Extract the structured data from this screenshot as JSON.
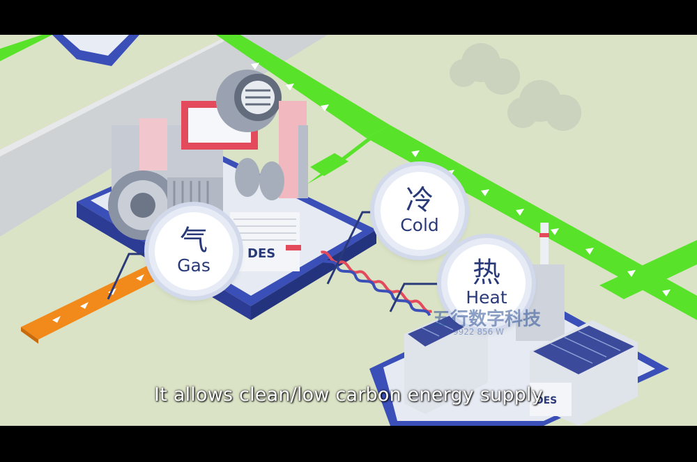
{
  "labels": {
    "gas": {
      "zh": "气",
      "en": "Gas"
    },
    "cold": {
      "zh": "冷",
      "en": "Cold"
    },
    "heat": {
      "zh": "热",
      "en": "Heat"
    }
  },
  "subtitle": "It allows clean/low carbon energy supply",
  "watermark": {
    "text": "五行数字科技",
    "phone": "9922 856 W"
  },
  "colors": {
    "ground": "#dbe3c6",
    "road_green": "#58e32a",
    "pipe_orange": "#f28a1b",
    "platform_blue": "#3b4fb8",
    "accent_red": "#e34a5b",
    "text_navy": "#2a3a78"
  }
}
